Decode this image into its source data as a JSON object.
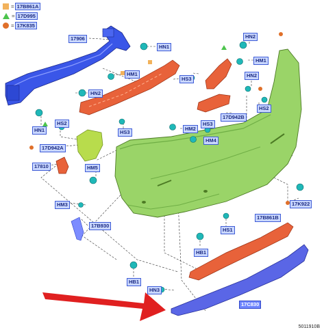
{
  "legend": [
    {
      "symbol": "square",
      "color": "#f2b25c",
      "part": "17B861A"
    },
    {
      "symbol": "triangle",
      "color": "#4cc44c",
      "part": "17D995"
    },
    {
      "symbol": "circle",
      "color": "#e0702a",
      "part": "17K835"
    }
  ],
  "legend_eq": "=",
  "labels": [
    {
      "id": "17906",
      "text": "17906",
      "style": "light"
    },
    {
      "id": "hn1-top",
      "text": "HN1",
      "style": "light"
    },
    {
      "id": "hn2-a",
      "text": "HN2",
      "style": "light"
    },
    {
      "id": "hn1-left",
      "text": "HN1",
      "style": "light"
    },
    {
      "id": "hm1-a",
      "text": "HM1",
      "style": "light"
    },
    {
      "id": "hs3-a",
      "text": "HS3",
      "style": "light"
    },
    {
      "id": "hs3-b",
      "text": "HS3",
      "style": "light"
    },
    {
      "id": "hm2-a",
      "text": "HM2",
      "style": "light"
    },
    {
      "id": "hm4",
      "text": "HM4",
      "style": "light"
    },
    {
      "id": "hs2-a",
      "text": "HS2",
      "style": "light"
    },
    {
      "id": "17d942a",
      "text": "17D942A",
      "style": "light"
    },
    {
      "id": "17810",
      "text": "17810",
      "style": "light"
    },
    {
      "id": "hm5",
      "text": "HM5",
      "style": "light"
    },
    {
      "id": "hm3-a",
      "text": "HM3",
      "style": "light"
    },
    {
      "id": "17b930",
      "text": "17B930",
      "style": "light"
    },
    {
      "id": "hn2-b",
      "text": "HN2",
      "style": "light"
    },
    {
      "id": "hm1-b",
      "text": "HM1",
      "style": "light"
    },
    {
      "id": "hn2-c",
      "text": "HN2",
      "style": "light"
    },
    {
      "id": "hs2-b",
      "text": "HS2",
      "style": "light"
    },
    {
      "id": "17d942b",
      "text": "17D942B",
      "style": "light"
    },
    {
      "id": "hs3-c",
      "text": "HS3",
      "style": "light"
    },
    {
      "id": "17k922",
      "text": "17K922",
      "style": "light"
    },
    {
      "id": "17b861b",
      "text": "17B861B",
      "style": "light"
    },
    {
      "id": "hs1",
      "text": "HS1",
      "style": "light"
    },
    {
      "id": "hb1-a",
      "text": "HB1",
      "style": "light"
    },
    {
      "id": "hb1-b",
      "text": "HB1",
      "style": "light"
    },
    {
      "id": "hn3",
      "text": "HN3",
      "style": "light"
    },
    {
      "id": "17c830",
      "text": "17C830",
      "style": "blue"
    }
  ],
  "doc_number": "5011910B",
  "colors": {
    "bumper_cover": "#9ad468",
    "bumper_shadow": "#6fae45",
    "reinforcement_beam": "#3a56e8",
    "absorber": "#e8623a",
    "lower_valance": "#5a66e6",
    "clip": "#1fb8b8",
    "callout_bg": "#c9d7ff",
    "callout_border": "#3d5bd6",
    "arrow": "#e02020",
    "leader": "#333333"
  }
}
